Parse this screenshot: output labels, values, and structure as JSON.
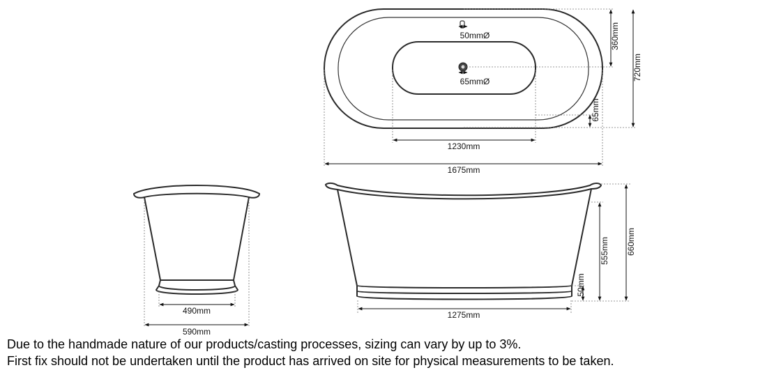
{
  "dimensions": {
    "waste_outlet": "50mmØ",
    "drain_hole": "65mmØ",
    "half_width": "360mm",
    "total_width": "720mm",
    "rim_to_bowl": "65mm",
    "inner_length": "1230mm",
    "total_length": "1675mm",
    "base_width": "490mm",
    "end_total_width": "590mm",
    "base_length": "1275mm",
    "plinth_height": "50mm",
    "bowl_height": "555mm",
    "total_height": "660mm"
  },
  "notes": {
    "line1": "Due to the handmade nature of our products/casting processes, sizing can vary by up to 3%.",
    "line2": "First fix should not be undertaken until the product has arrived on site for physical measurements to be taken."
  }
}
